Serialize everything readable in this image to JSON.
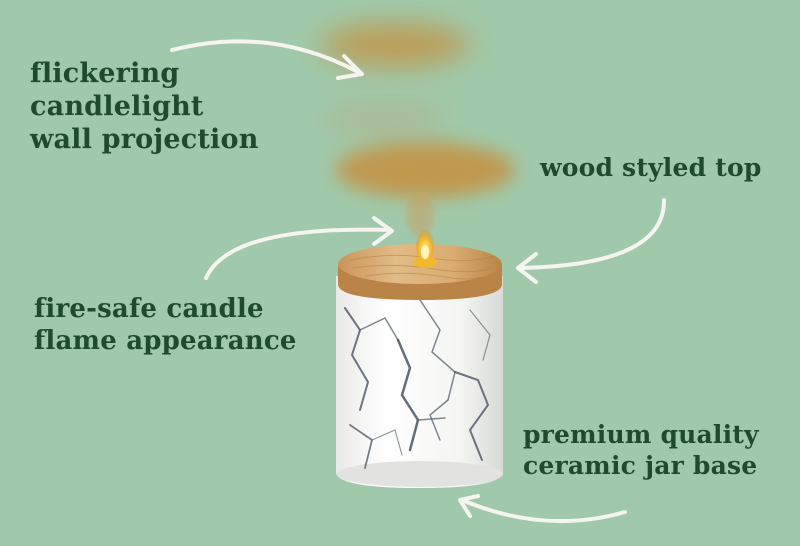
{
  "callouts": {
    "projection": {
      "lines": [
        "flickering",
        "candlelight",
        "wall projection"
      ]
    },
    "top": {
      "lines": [
        "wood styled top"
      ]
    },
    "flame": {
      "lines": [
        "fire-safe candle",
        "flame appearance"
      ]
    },
    "base": {
      "lines": [
        "premium quality",
        "ceramic jar base"
      ]
    }
  },
  "colors": {
    "background": "#a0c9ab",
    "text": "#1f4a2b",
    "arrow": "#f6f4ee",
    "glow": "#c9923e",
    "wood": "#d8ad74",
    "ceramic": "#f3f3f1",
    "marble_vein": "#4a5560"
  }
}
